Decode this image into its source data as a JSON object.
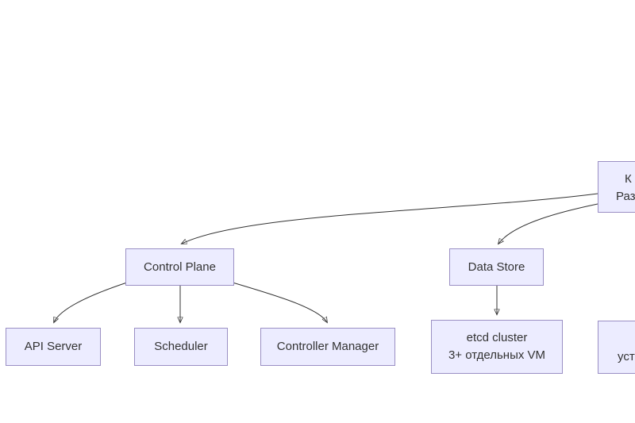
{
  "diagram": {
    "type": "flowchart",
    "background_color": "#ffffff",
    "node_fill_color": "#ECECFF",
    "node_border_color": "#9a8fc4",
    "text_color": "#333333",
    "edge_color": "#333333",
    "nodes": {
      "root_partial": {
        "line1_truncated": "К",
        "line2_truncated": "Раз",
        "note": "node cut off by right edge of screen"
      },
      "control_plane": {
        "label": "Control Plane"
      },
      "data_store": {
        "label": "Data Store"
      },
      "api_server": {
        "label": "API Server"
      },
      "scheduler": {
        "label": "Scheduler"
      },
      "controller_manager": {
        "label": "Controller Manager"
      },
      "etcd": {
        "line1": "etcd cluster",
        "line2": "3+ отдельных VM"
      },
      "bottom_right_partial": {
        "line2_truncated": "уста",
        "note": "node cut off by right edge of screen"
      }
    },
    "edges": [
      {
        "from": "root_partial",
        "to": "control_plane",
        "arrow": true
      },
      {
        "from": "root_partial",
        "to": "data_store",
        "arrow": true
      },
      {
        "from": "control_plane",
        "to": "api_server",
        "arrow": true
      },
      {
        "from": "control_plane",
        "to": "scheduler",
        "arrow": true
      },
      {
        "from": "control_plane",
        "to": "controller_manager",
        "arrow": true
      },
      {
        "from": "data_store",
        "to": "etcd",
        "arrow": true
      }
    ]
  }
}
